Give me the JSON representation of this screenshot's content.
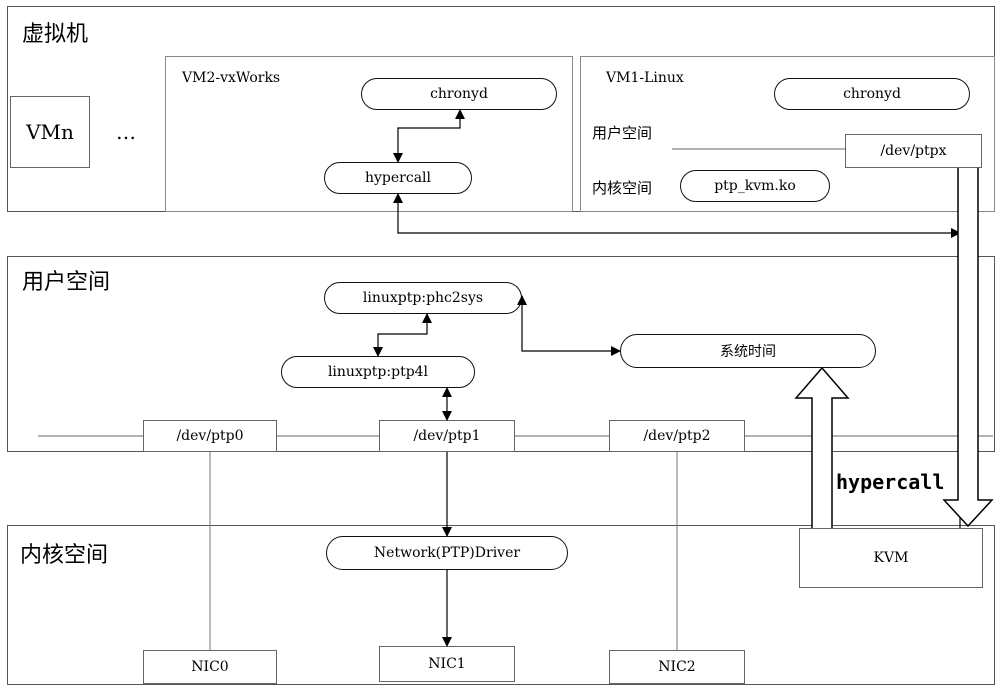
{
  "sections": {
    "vm": "虚拟机",
    "user": "用户空间",
    "kernel": "内核空间"
  },
  "vmn": {
    "label": "VMn",
    "ellipsis": "…"
  },
  "vm2": {
    "title": "VM2-vxWorks",
    "chronyd": "chronyd",
    "hypercall": "hypercall"
  },
  "vm1": {
    "title": "VM1-Linux",
    "chronyd": "chronyd",
    "user_space": "用户空间",
    "kernel_space": "内核空间",
    "ptpx": "/dev/ptpx",
    "ptp_kvm": "ptp_kvm.ko"
  },
  "user": {
    "phc2sys": "linuxptp:phc2sys",
    "ptp4l": "linuxptp:ptp4l",
    "system_time": "系统时间",
    "ptp0": "/dev/ptp0",
    "ptp1": "/dev/ptp1",
    "ptp2": "/dev/ptp2"
  },
  "kernel": {
    "driver": "Network(PTP)Driver",
    "kvm": "KVM",
    "nic0": "NIC0",
    "nic1": "NIC1",
    "nic2": "NIC2"
  },
  "hypercall_arrow_label": "hypercall"
}
